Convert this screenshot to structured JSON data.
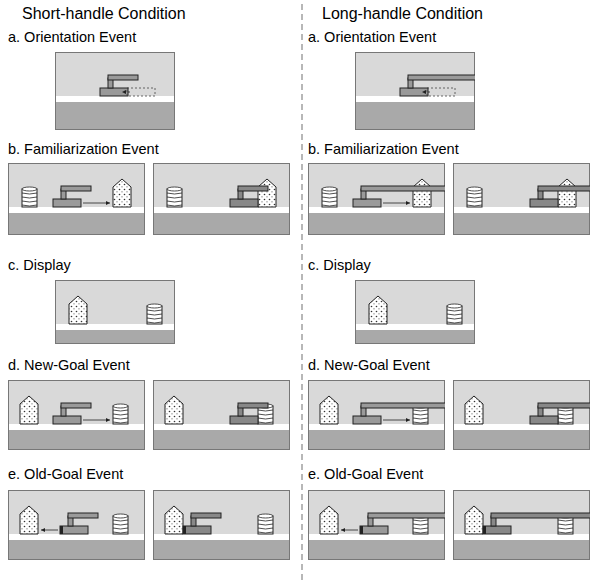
{
  "diagram": {
    "labels": [
      "Short-handle Condition",
      "Long-handle Condition",
      "a. Orientation Event",
      "b. Familiarization Event",
      "c. Display",
      "d. New-Goal Event",
      "e. Old-Goal Event",
      "a. Orientation Event",
      "b. Familiarization Event",
      "c. Display",
      "d. New-Goal Event",
      "e. Old-Goal Event"
    ]
  }
}
